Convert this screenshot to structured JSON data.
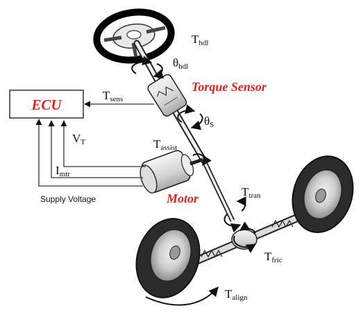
{
  "ecu": {
    "label": "ECU"
  },
  "torque_sensor": {
    "label": "Torque Sensor"
  },
  "motor": {
    "label": "Motor"
  },
  "supply": {
    "label": "Supply Voltage"
  },
  "symbols": {
    "t_hdl": {
      "main": "T",
      "sub": "hdl"
    },
    "theta_hdl": {
      "main": "θ",
      "sub": "hdl"
    },
    "t_sens": {
      "main": "T",
      "sub": "sens"
    },
    "theta_s": {
      "main": "θ",
      "sub": "S"
    },
    "v_t": {
      "main": "V",
      "sub": "T"
    },
    "t_assist": {
      "main": "T",
      "sub": "assist"
    },
    "i_mtr": {
      "main": "I",
      "sub": "mtr"
    },
    "t_tran": {
      "main": "T",
      "sub": "tran"
    },
    "t_fric": {
      "main": "T",
      "sub": "fric"
    },
    "t_align": {
      "main": "T",
      "sub": "align"
    }
  },
  "colors": {
    "accent": "#e0231f",
    "line": "#222222"
  }
}
